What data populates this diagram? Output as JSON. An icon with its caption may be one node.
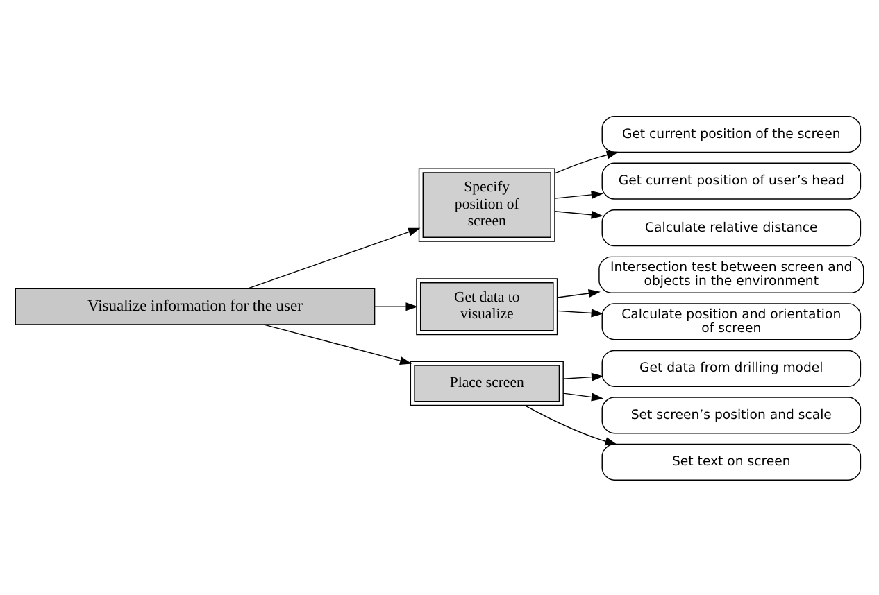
{
  "diagram": {
    "nodes": [
      {
        "text": [
          "Visualize information for the user"
        ]
      },
      {
        "text": [
          "Specify position of screen"
        ]
      },
      {
        "text": [
          "Get current position of the screen"
        ]
      },
      {
        "text": [
          "Get current position of user’s head"
        ]
      },
      {
        "text": [
          "Calculate relative distance"
        ]
      },
      {
        "text": [
          "Get data to visualize"
        ]
      },
      {
        "text": [
          "Intersection test between screen and objects in the environment"
        ]
      },
      {
        "text": [
          "Calculate position and orientation of screen"
        ]
      },
      {
        "text": [
          "Place screen"
        ]
      },
      {
        "text": [
          "Get data from drilling model"
        ]
      },
      {
        "text": [
          "Set screen’s position and scale"
        ]
      },
      {
        "text": [
          "Set text on screen"
        ]
      }
    ],
    "edges": [
      {
        "from": 0,
        "to": 1,
        "arrow": "to"
      },
      {
        "from": 0,
        "to": 5,
        "arrow": "to"
      },
      {
        "from": 0,
        "to": 8,
        "arrow": "to"
      },
      {
        "from": 1,
        "to": 2,
        "arrow": "to"
      },
      {
        "from": 1,
        "to": 3,
        "arrow": "to"
      },
      {
        "from": 1,
        "to": 4,
        "arrow": "to"
      },
      {
        "from": 5,
        "to": 6,
        "arrow": "to"
      },
      {
        "from": 5,
        "to": 7,
        "arrow": "to"
      },
      {
        "from": 8,
        "to": 9,
        "arrow": "to"
      },
      {
        "from": 8,
        "to": 10,
        "arrow": "to"
      },
      {
        "from": 8,
        "to": 11,
        "arrow": "to"
      }
    ]
  }
}
